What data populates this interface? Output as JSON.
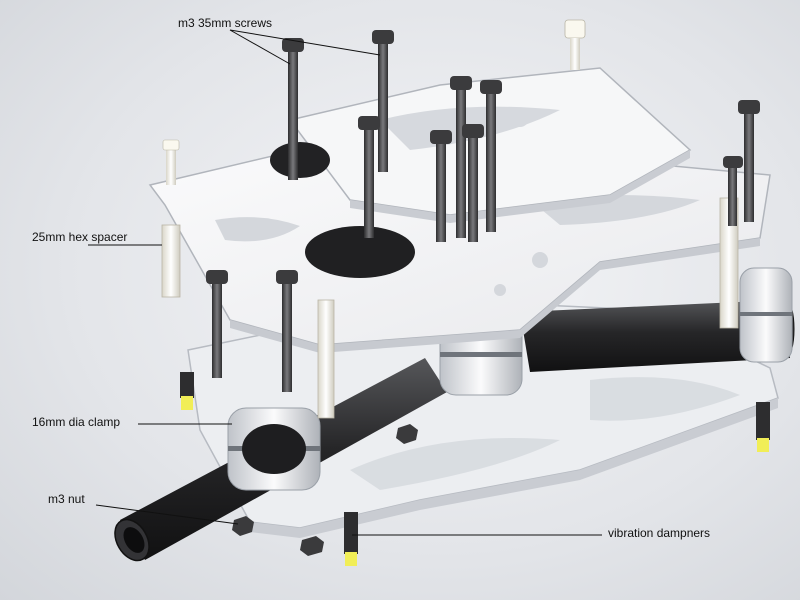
{
  "labels": {
    "screws": "m3 35mm screws",
    "spacer": "25mm hex spacer",
    "clamp": "16mm dia clamp",
    "nut": "m3 nut",
    "dampners": "vibration dampners"
  },
  "colors": {
    "plate": "#f3f4f6",
    "plate_edge": "#b9bdc4",
    "tube": "#2b2b2d",
    "screw": "#4a4a4c",
    "spacer": "#f5f3ea",
    "dampner_tip": "#f1ee57"
  }
}
